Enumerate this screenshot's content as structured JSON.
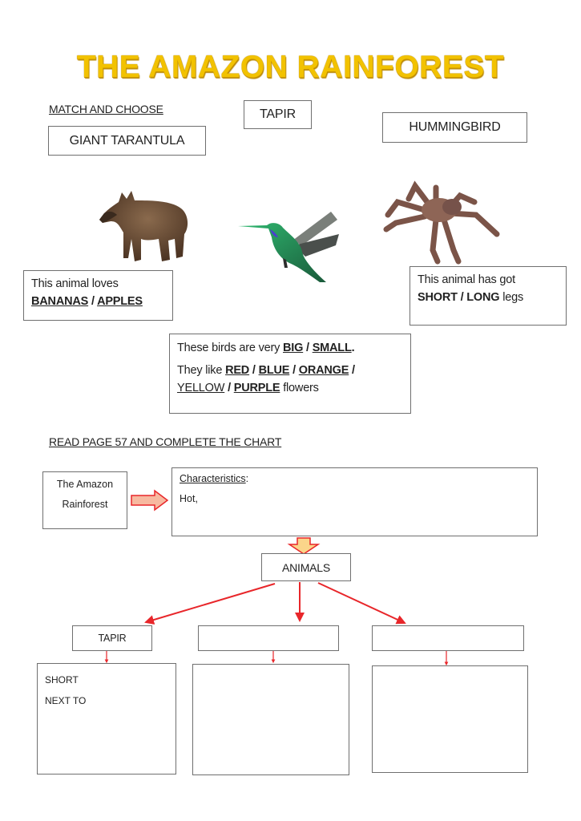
{
  "title": "THE AMAZON RAINFOREST",
  "match_section": {
    "heading": "MATCH AND CHOOSE",
    "name_labels": [
      "GIANT TARANTULA",
      "TAPIR",
      "HUMMINGBIRD"
    ],
    "images": [
      "tapir-image",
      "hummingbird-image",
      "tarantula-image"
    ],
    "clue_tapir": {
      "line1": "This animal loves",
      "option1": "BANANAS",
      "sep": " / ",
      "option2": "APPLES"
    },
    "clue_tarantula": {
      "line1": "This animal has got",
      "option1": "SHORT",
      "sep": " / ",
      "option2": "LONG",
      "suffix": " legs"
    },
    "clue_hummingbird": {
      "line1_prefix": "These birds are very ",
      "size_option1": "BIG",
      "size_option2": "SMALL",
      "line1_end": ".",
      "line2_prefix": "They like ",
      "colors": [
        "RED",
        "BLUE",
        "ORANGE",
        "YELLOW",
        "PURPLE"
      ],
      "sep": " / ",
      "suffix": " flowers"
    }
  },
  "chart_section": {
    "heading": "READ PAGE 57 AND COMPLETE THE CHART",
    "root": {
      "line1": "The Amazon",
      "line2": "Rainforest"
    },
    "characteristics": {
      "label": "Characteristics",
      "colon": ":",
      "value": "Hot,"
    },
    "animals_label": "ANIMALS",
    "animal_boxes": [
      {
        "name": "TAPIR",
        "details": [
          "SHORT",
          "NEXT TO"
        ]
      },
      {
        "name": "",
        "details": []
      },
      {
        "name": "",
        "details": []
      }
    ],
    "colors": {
      "arrow_red": "#e8262a",
      "block_arrow_fill": "#f7b9a0",
      "down_arrow_fill": "#fbd58a",
      "title_gold": "#f2c200"
    }
  }
}
